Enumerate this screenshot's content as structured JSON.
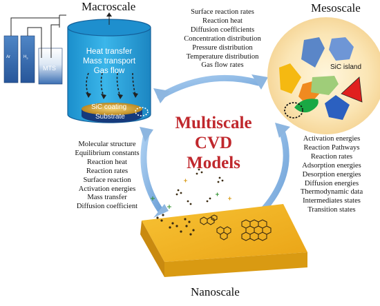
{
  "titles": {
    "macroscale": "Macroscale",
    "mesoscale": "Mesoscale",
    "nanoscale": "Nanoscale"
  },
  "center": {
    "line1": "Multiscale",
    "line2": "CVD",
    "line3": "Models"
  },
  "reactor": {
    "vessels": [
      "Ar",
      "H",
      "MTS"
    ],
    "vessel_h_subscript": "2",
    "inner_text": [
      "Heat transfer",
      "Mass transport",
      "Gas flow"
    ],
    "coating": "SiC coating",
    "substrate": "Substrate"
  },
  "mesoscale": {
    "island_label": "SiC island"
  },
  "lists": {
    "top": [
      "Surface reaction rates",
      "Reaction heat",
      "Diffusion coefficients",
      "Concentration distribution",
      "Pressure distribution",
      "Temperature distribution",
      "Gas flow rates"
    ],
    "left": [
      "Molecular structure",
      "Equilibrium constants",
      "Reaction heat",
      "Reaction rates",
      "Surface reaction",
      "Activation energies",
      "Mass transfer",
      "Diffusion coefficient"
    ],
    "right": [
      "Activation energies",
      "Reaction Pathways",
      "Reaction rates",
      "Adsorption energies",
      "Desorption energies",
      "Diffusion energies",
      "Thermodynamic data",
      "Intermediates states",
      "Transition states"
    ]
  },
  "colors": {
    "accent_red": "#c0282d",
    "arrow_blue": "#8db6e0",
    "reactor_blue": "#2aa8e0",
    "slab_gold": "#f0b01a"
  }
}
